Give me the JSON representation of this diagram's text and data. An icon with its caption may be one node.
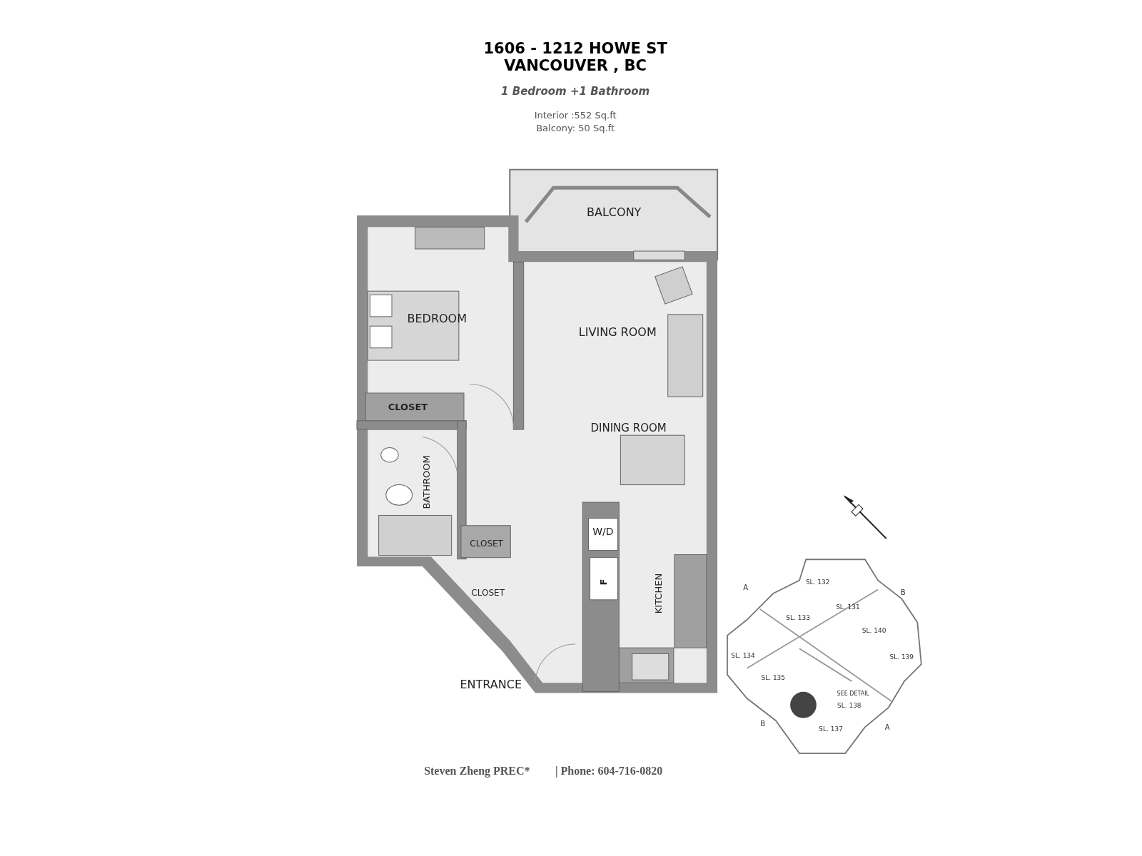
{
  "diagram": {
    "title": "1606 - 1212 HOWE ST VANCOUVER , BC",
    "labels": [
      "1 Bedroom +1 Bathroom",
      "Interior :552 Sq.ft",
      "Balcony: 50 Sq.ft",
      "BALCONY",
      "BEDROOM",
      "LIVING ROOM",
      "CLOSET",
      "DINING ROOM",
      "BATHROOM",
      "W/D",
      "CLOSET",
      "F",
      "KITCHEN",
      "CLOSET",
      "ENTRANCE",
      "SL. 132",
      "A",
      "B",
      "SL. 131",
      "SL. 133",
      "SL. 140",
      "SL. 134",
      "SL. 139",
      "SL. 135",
      "SEE DETAIL",
      "SL. 138",
      "B",
      "A",
      "SL. 137",
      "Steven Zheng PREC*",
      "| Phone: 604-716-0820"
    ]
  }
}
